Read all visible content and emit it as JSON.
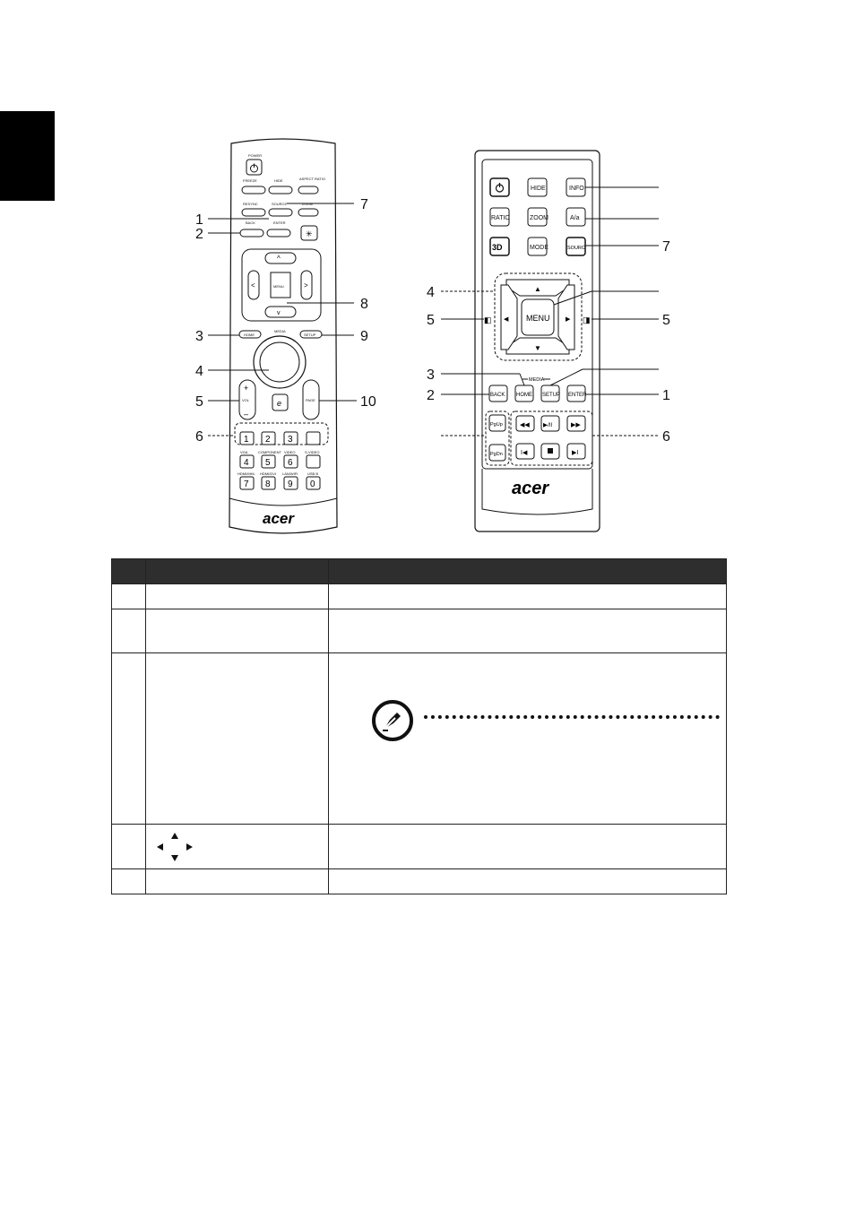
{
  "remote_left": {
    "button_labels": {
      "power": "POWER",
      "freeze": "FREEZE",
      "hide": "HIDE",
      "aspect_ratio": "ASPECT RATIO",
      "resync": "RESYNC",
      "source": "SOURCE",
      "zoom": "ZOOM",
      "back": "BACK",
      "enter": "ENTER",
      "menu": "MENU",
      "media": "MEDIA",
      "home": "HOME",
      "setup": "SETUP",
      "vol": "VOL",
      "page": "PAGE",
      "vga": "VGA",
      "component": "COMPONENT",
      "video": "VIDEO",
      "svideo": "S-VIDEO",
      "hdmi_a": "HDMI/MHL",
      "hdmi2": "HDMI/DVI",
      "lan": "LAN/WIFI",
      "usb": "USB B",
      "brand": "acer"
    },
    "digits": [
      "1",
      "2",
      "3",
      "4",
      "5",
      "6",
      "7",
      "8",
      "9",
      "0"
    ],
    "callouts": {
      "c1": "1",
      "c2": "2",
      "c3": "3",
      "c4": "4",
      "c5": "5",
      "c6": "6",
      "c7": "7",
      "c8": "8",
      "c9": "9",
      "c10": "10"
    }
  },
  "remote_right": {
    "button_labels": {
      "hide": "HIDE",
      "info": "INFO",
      "ratio": "RATIO",
      "zoom": "ZOOM",
      "aa": "A/a",
      "threed": "3D",
      "mode": "MODE",
      "source": "SOURC",
      "menu": "MENU",
      "media": "MEDIA",
      "back": "BACK",
      "home": "HOME",
      "setup": "SETUP",
      "enter": "ENTER",
      "pgup": "PgUp",
      "pgdn": "PgDn",
      "brand": "acer"
    },
    "callouts": {
      "c1": "1",
      "c2": "2",
      "c3": "3",
      "c4": "4",
      "c5a": "5",
      "c5b": "5",
      "c6": "6",
      "c7": "7"
    }
  },
  "icons": [
    "power-icon",
    "note-icon",
    "four-arrows-icon"
  ],
  "colors": {
    "header_bg": "#2e2e2e",
    "tab_bg": "#000000"
  }
}
